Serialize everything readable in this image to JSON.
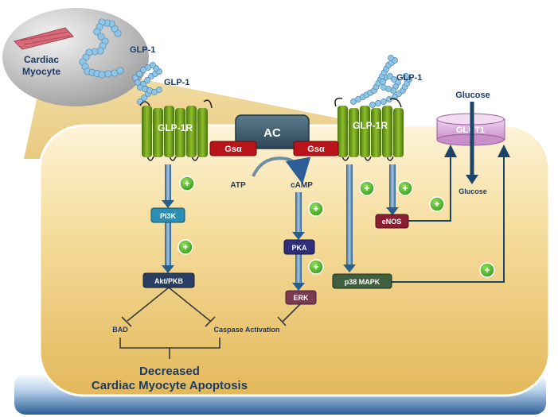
{
  "inset": {
    "cell_name": "Cardiac Myocyte",
    "ligand": "GLP-1"
  },
  "ligands": {
    "left": "GLP-1",
    "right": "GLP-1"
  },
  "receptors": {
    "left": "GLP-1R",
    "right": "GLP-1R"
  },
  "adenylyl_cyclase": "AC",
  "g_protein": {
    "left": "Gsα",
    "right": "Gsα"
  },
  "transporter": "GLUT1",
  "metabolites": {
    "glucose_out": "Glucose",
    "glucose_in": "Glucose",
    "atp": "ATP",
    "camp": "cAMP"
  },
  "nodes": {
    "pi3k": "PI3K",
    "akt": "Akt/PKB",
    "pka": "PKA",
    "erk": "ERK",
    "enos": "eNOS",
    "p38": "p38 MAPK"
  },
  "targets": {
    "bad": "BAD",
    "caspase": "Caspase Activation"
  },
  "outcome": {
    "line1": "Decreased",
    "line2": "Cardiac Myocyte Apoptosis"
  },
  "stimulation_symbol": "+",
  "colors": {
    "cytoplasm": "#f3d58e",
    "receptor": "#6f9a1e",
    "ac": "#3f5d6e",
    "g_protein": "#b8141a",
    "glut1": "#d9a8d9",
    "pi3k": "#2a8fb3",
    "akt": "#2a3e63",
    "pka": "#2e2e7a",
    "erk": "#7a3a52",
    "enos": "#8a1e32",
    "p38": "#3f5f3f",
    "plus": "#58b431",
    "arrow": "#1c4468",
    "ligand_bead": "#8fc6e8"
  }
}
